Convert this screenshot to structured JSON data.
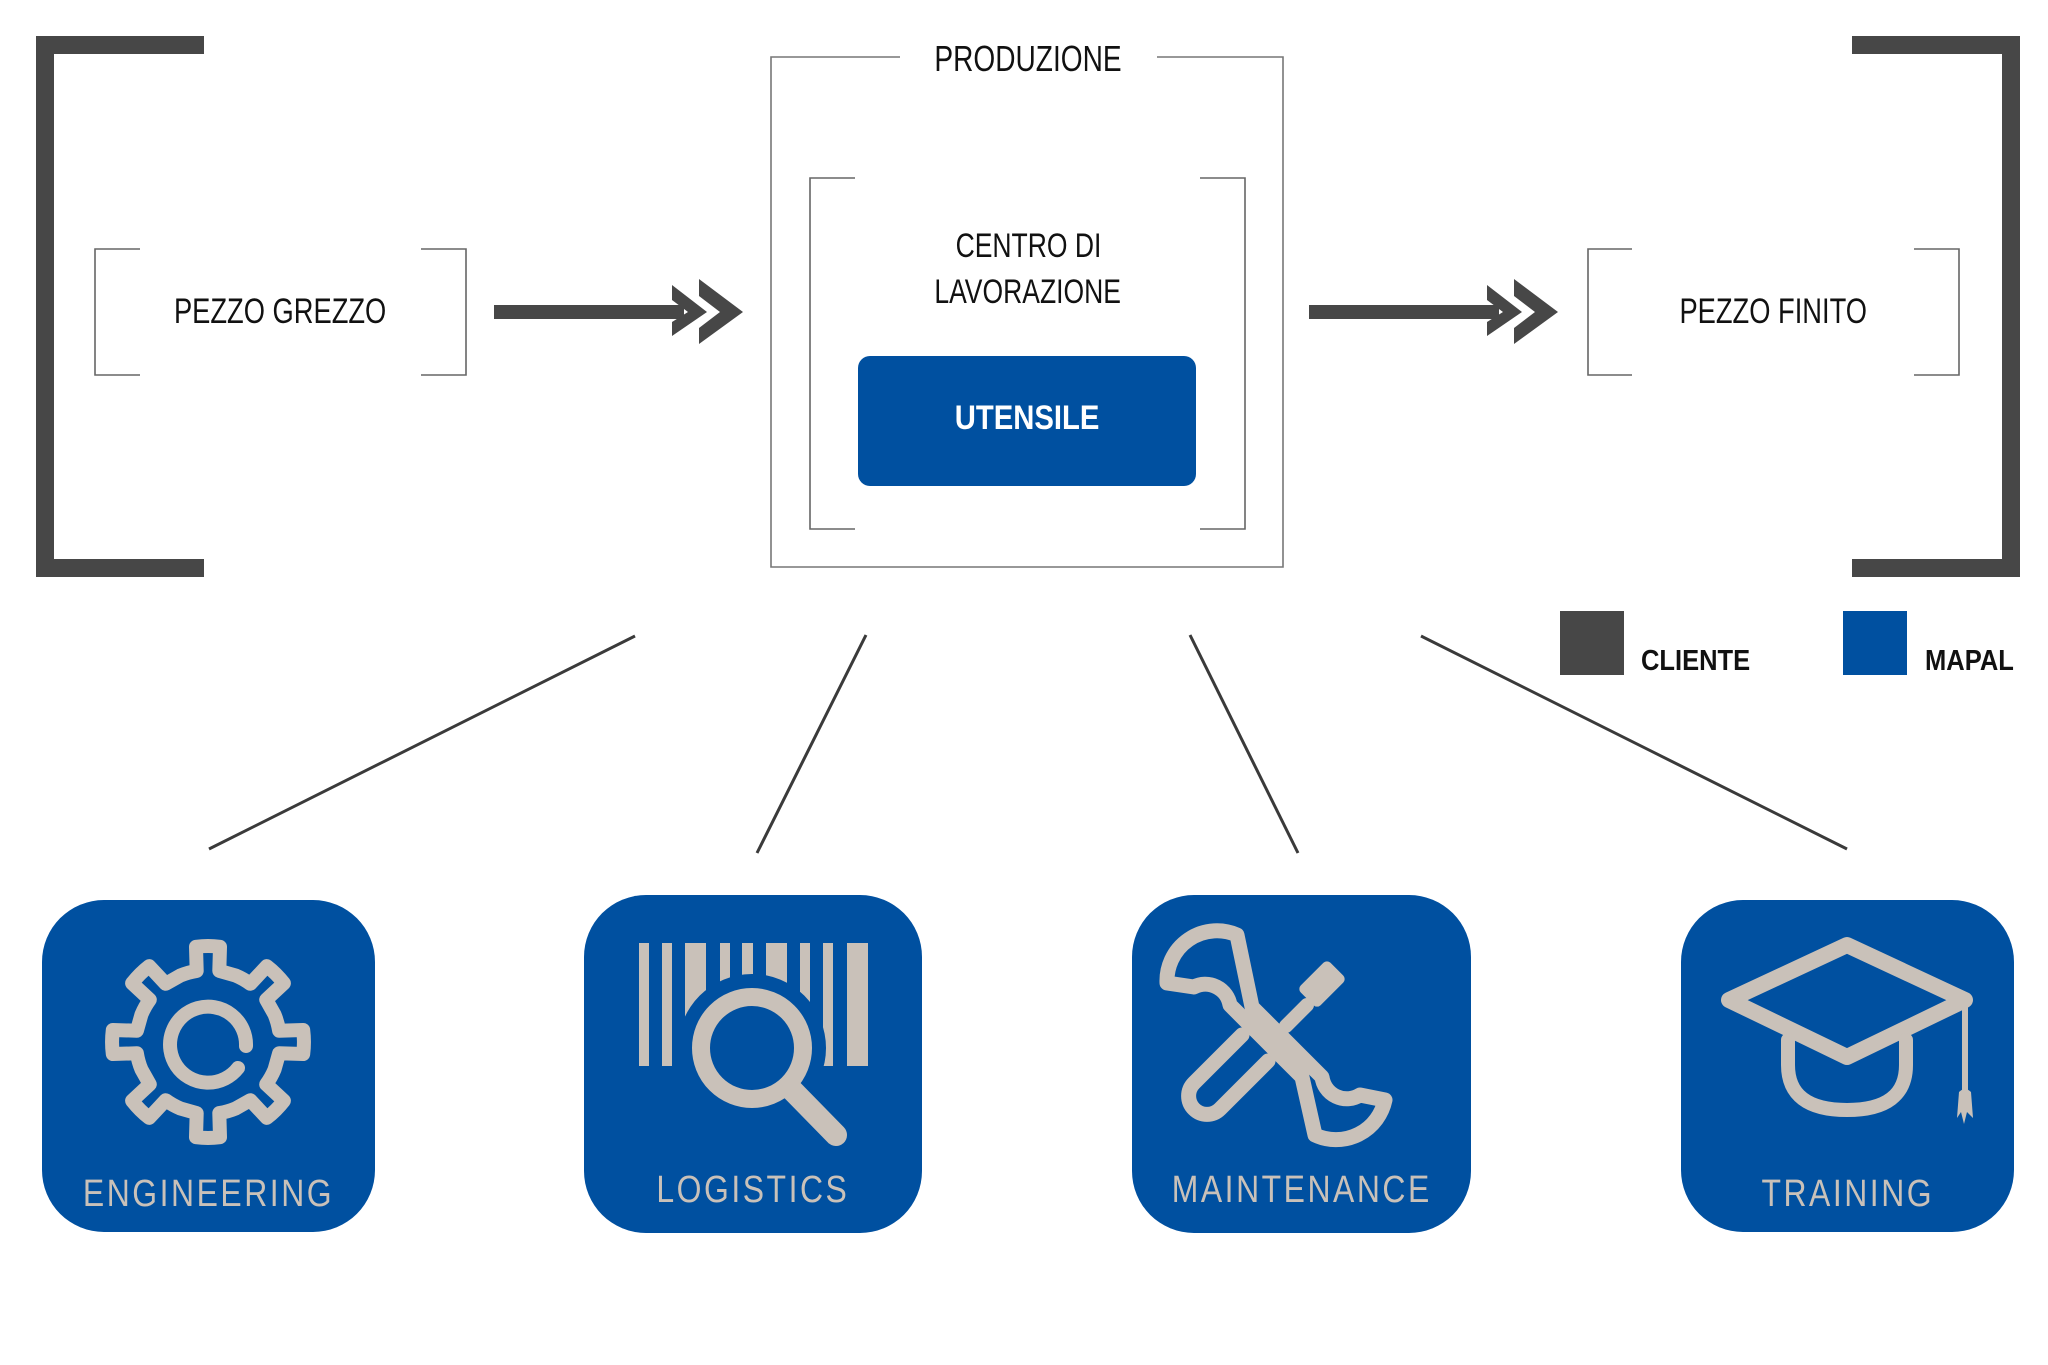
{
  "colors": {
    "cliente": "#474747",
    "mapal": "#0050a0",
    "icon_fill": "#c9c1b9",
    "frame_line": "#666666"
  },
  "flow": {
    "input": {
      "label": "PEZZO GREZZO"
    },
    "production": {
      "title": "PRODUZIONE",
      "machine": {
        "line1": "CENTRO DI",
        "line2": "LAVORAZIONE"
      },
      "tool": {
        "label": "UTENSILE"
      }
    },
    "output": {
      "label": "PEZZO FINITO"
    }
  },
  "legend": [
    {
      "label": "CLIENTE",
      "color": "#474747"
    },
    {
      "label": "MAPAL",
      "color": "#0050a0"
    }
  ],
  "services": [
    {
      "label": "ENGINEERING",
      "icon": "gear-icon"
    },
    {
      "label": "LOGISTICS",
      "icon": "barcode-magnifier-icon"
    },
    {
      "label": "MAINTENANCE",
      "icon": "wrench-screwdriver-icon"
    },
    {
      "label": "TRAINING",
      "icon": "graduation-cap-icon"
    }
  ]
}
